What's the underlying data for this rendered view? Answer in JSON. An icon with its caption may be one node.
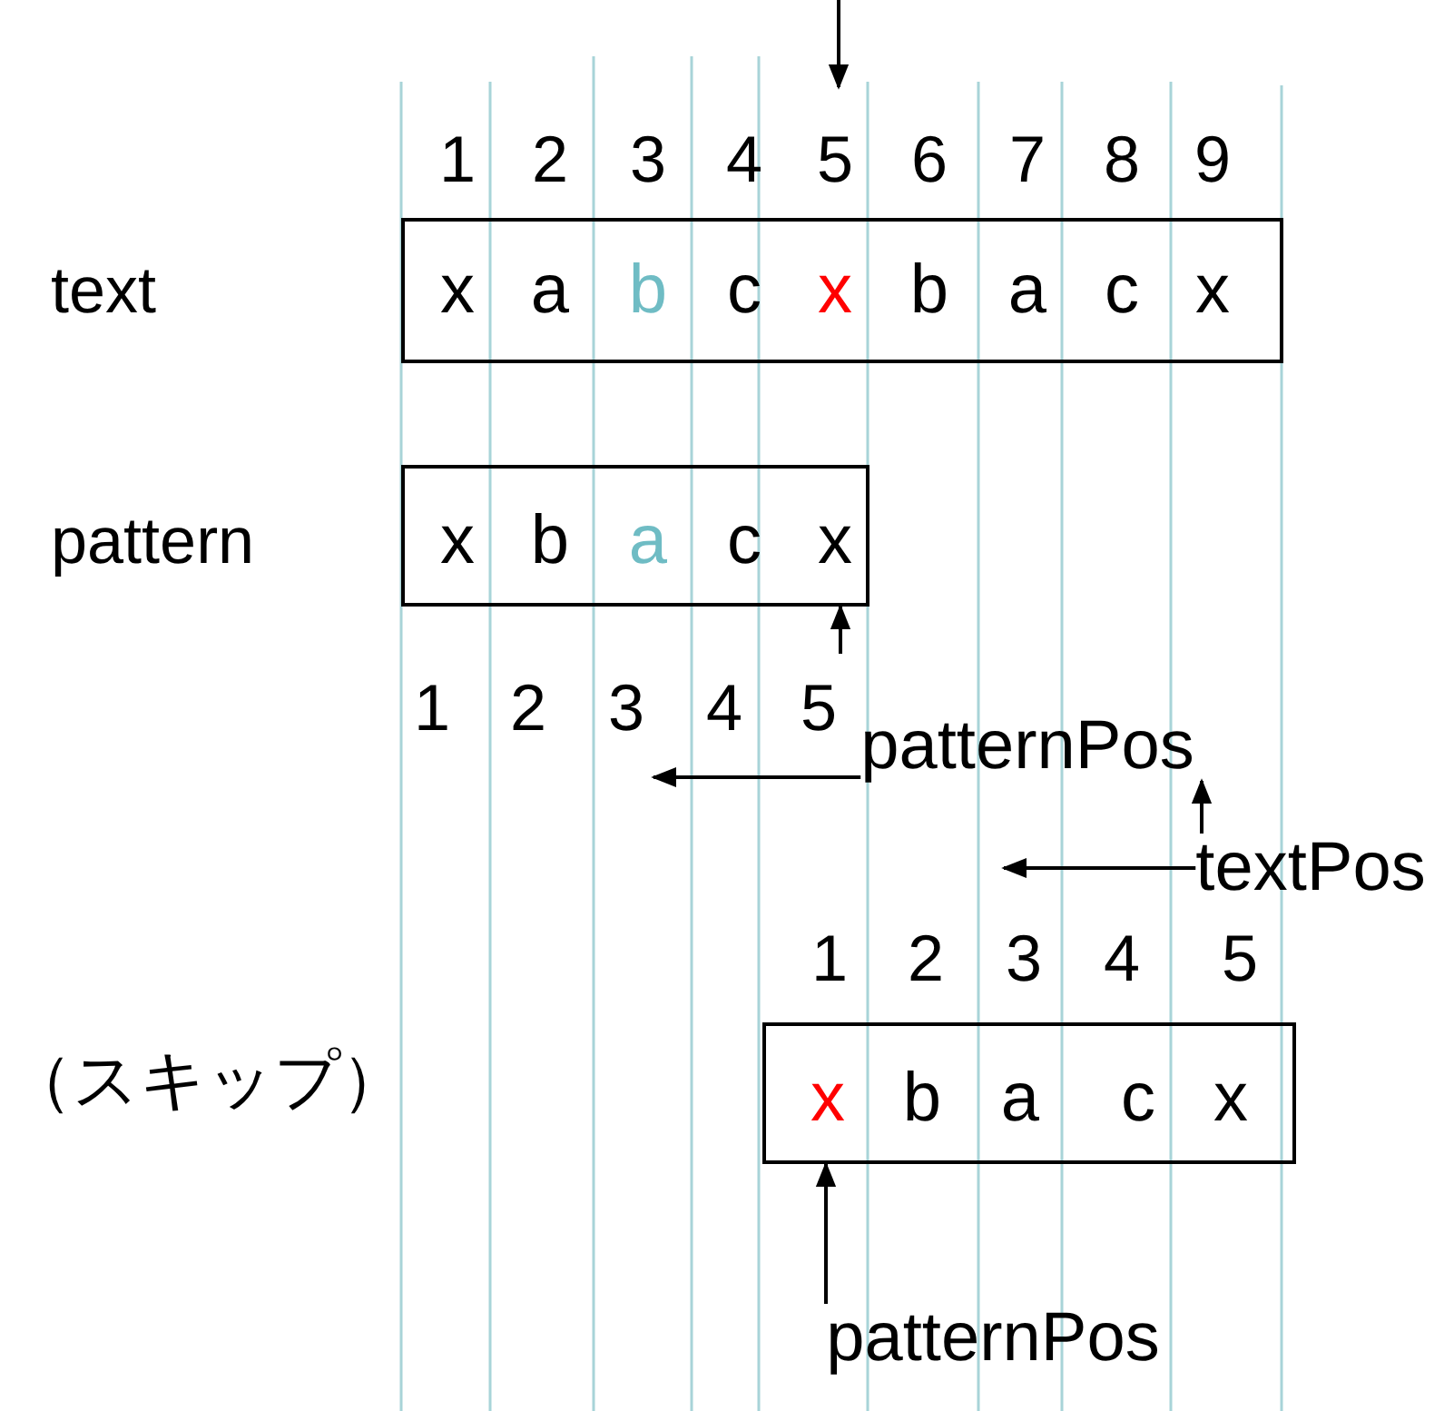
{
  "diagram": {
    "nodes": [
      {
        "text": [
          "x",
          "a",
          "b",
          "c",
          "x",
          "b",
          "a",
          "c",
          "x"
        ],
        "beside": [
          "1",
          "2",
          "3",
          "4",
          "5",
          "6",
          "7",
          "8",
          "9"
        ]
      },
      {
        "text": [
          "x",
          "b",
          "a",
          "c",
          "x"
        ]
      },
      {
        "text": [
          "patternPos"
        ]
      },
      {
        "text": [
          "textPos"
        ]
      },
      {
        "text": [
          "x",
          "b",
          "a",
          "c",
          "x"
        ]
      },
      {
        "text": [
          "patternPos"
        ]
      }
    ],
    "edges": [
      {
        "from": null,
        "to": 0,
        "arrow": "to"
      },
      {
        "from": null,
        "to": 1,
        "arrow": "to"
      },
      {
        "from": 2,
        "to": null,
        "arrow": "to"
      },
      {
        "from": 3,
        "to": 2,
        "arrow": "to"
      },
      {
        "from": 3,
        "to": null,
        "arrow": "to"
      },
      {
        "from": 5,
        "to": 4,
        "arrow": "to"
      }
    ],
    "labels": [
      "text",
      "pattern",
      "1",
      "2",
      "3",
      "4",
      "5",
      "1",
      "2",
      "3",
      "4",
      "5",
      "（スキップ）"
    ]
  }
}
